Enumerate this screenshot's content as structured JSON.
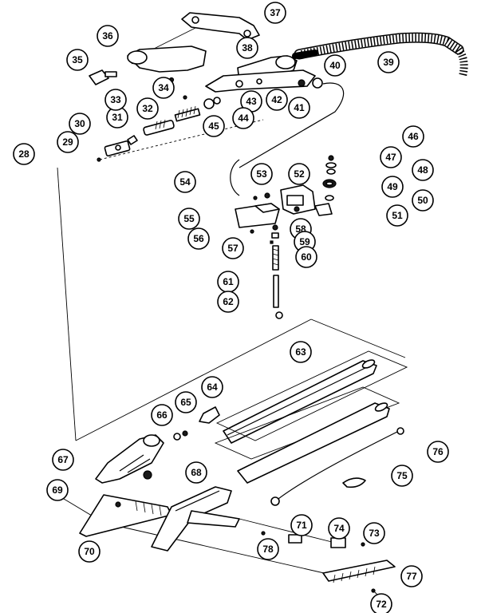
{
  "callouts": [
    {
      "id": "28",
      "label": "28"
    },
    {
      "id": "29",
      "label": "29"
    },
    {
      "id": "30",
      "label": "30"
    },
    {
      "id": "31",
      "label": "31"
    },
    {
      "id": "32",
      "label": "32"
    },
    {
      "id": "33",
      "label": "33"
    },
    {
      "id": "34",
      "label": "34"
    },
    {
      "id": "35",
      "label": "35"
    },
    {
      "id": "36",
      "label": "36"
    },
    {
      "id": "37",
      "label": "37"
    },
    {
      "id": "38",
      "label": "38"
    },
    {
      "id": "39",
      "label": "39"
    },
    {
      "id": "40",
      "label": "40"
    },
    {
      "id": "41",
      "label": "41"
    },
    {
      "id": "42",
      "label": "42"
    },
    {
      "id": "43",
      "label": "43"
    },
    {
      "id": "44",
      "label": "44"
    },
    {
      "id": "45",
      "label": "45"
    },
    {
      "id": "46",
      "label": "46"
    },
    {
      "id": "47",
      "label": "47"
    },
    {
      "id": "48",
      "label": "48"
    },
    {
      "id": "49",
      "label": "49"
    },
    {
      "id": "50",
      "label": "50"
    },
    {
      "id": "51",
      "label": "51"
    },
    {
      "id": "52",
      "label": "52"
    },
    {
      "id": "53",
      "label": "53"
    },
    {
      "id": "54",
      "label": "54"
    },
    {
      "id": "55",
      "label": "55"
    },
    {
      "id": "56",
      "label": "56"
    },
    {
      "id": "57",
      "label": "57"
    },
    {
      "id": "58",
      "label": "58"
    },
    {
      "id": "59",
      "label": "59"
    },
    {
      "id": "60",
      "label": "60"
    },
    {
      "id": "61",
      "label": "61"
    },
    {
      "id": "62",
      "label": "62"
    },
    {
      "id": "63",
      "label": "63"
    },
    {
      "id": "64",
      "label": "64"
    },
    {
      "id": "65",
      "label": "65"
    },
    {
      "id": "66",
      "label": "66"
    },
    {
      "id": "67",
      "label": "67"
    },
    {
      "id": "68",
      "label": "68"
    },
    {
      "id": "69",
      "label": "69"
    },
    {
      "id": "70",
      "label": "70"
    },
    {
      "id": "71",
      "label": "71"
    },
    {
      "id": "72",
      "label": "72"
    },
    {
      "id": "73",
      "label": "73"
    },
    {
      "id": "74",
      "label": "74"
    },
    {
      "id": "75",
      "label": "75"
    },
    {
      "id": "76",
      "label": "76"
    },
    {
      "id": "77",
      "label": "77"
    },
    {
      "id": "78",
      "label": "78"
    }
  ]
}
